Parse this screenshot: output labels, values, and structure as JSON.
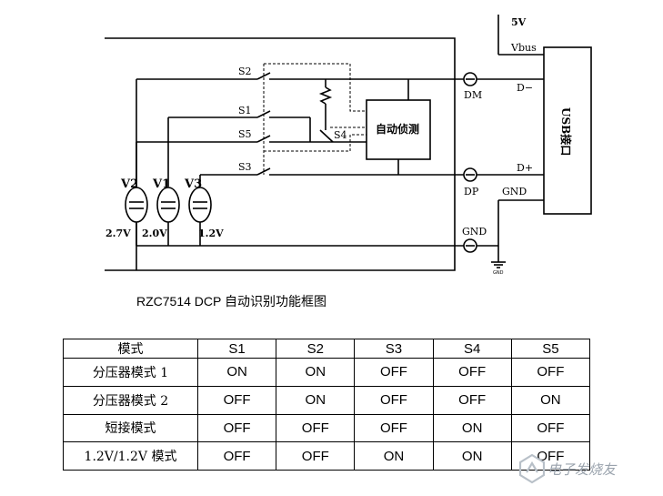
{
  "diagram": {
    "labels": {
      "supply": "5V",
      "vbus": "Vbus",
      "usb": "USB接口",
      "dm_pin": "DM",
      "dp_pin": "DP",
      "gnd_pin": "GND",
      "d_minus": "D−",
      "d_plus": "D+",
      "gnd_right": "GND",
      "gnd_symbol": "GND",
      "detect": "自动侦测",
      "s1": "S1",
      "s2": "S2",
      "s3": "S3",
      "s4": "S4",
      "s5": "S5",
      "v1": "V1",
      "v2": "V2",
      "v3": "V3",
      "v1_value": "2.0V",
      "v2_value": "2.7V",
      "v3_value": "1.2V"
    }
  },
  "caption": "RZC7514  DCP  自动识别功能框图",
  "table": {
    "headers": [
      "模式",
      "S1",
      "S2",
      "S3",
      "S4",
      "S5"
    ],
    "rows": [
      [
        "分压器模式 1",
        "ON",
        "ON",
        "OFF",
        "OFF",
        "OFF"
      ],
      [
        "分压器模式 2",
        "OFF",
        "ON",
        "OFF",
        "OFF",
        "ON"
      ],
      [
        "短接模式",
        "OFF",
        "OFF",
        "OFF",
        "ON",
        "OFF"
      ],
      [
        "1.2V/1.2V 模式",
        "OFF",
        "OFF",
        "ON",
        "ON",
        "OFF"
      ]
    ]
  },
  "watermark": "电子发烧友"
}
